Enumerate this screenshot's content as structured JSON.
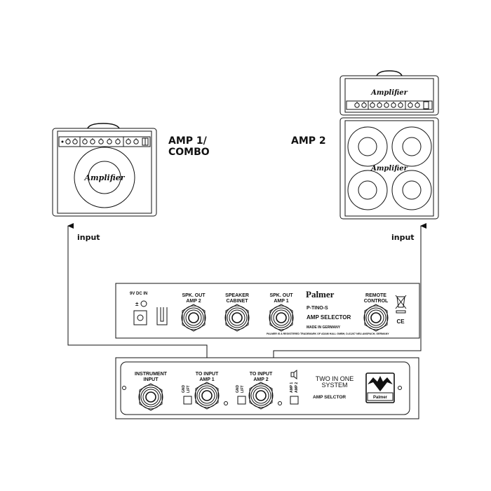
{
  "labels": {
    "amp1_line1": "AMP 1/",
    "amp1_line2": "COMBO",
    "amp2": "AMP 2",
    "input_left": "input",
    "input_right": "input",
    "amp_logo": "Amplifier"
  },
  "rear_panel": {
    "dc_in": "9V DC IN",
    "spk_out_amp2": [
      "SPK. OUT",
      "AMP 2"
    ],
    "speaker_cabinet": [
      "SPEAKER",
      "CABINET"
    ],
    "spk_out_amp1": [
      "SPK. OUT",
      "AMP 1"
    ],
    "brand": "Palmer",
    "model": "P-TINO-S",
    "product": "AMP SELECTOR",
    "made_in": "MADE IN GERMANY",
    "remote": [
      "REMOTE",
      "CONTROL"
    ],
    "trademark": "PALMER IS A REGISTERED TRADEMARK OF ADAM HALL GMBH, D-61267 NEU-ANSPACH, GERMANY",
    "ce": "CE"
  },
  "front_panel": {
    "instrument_input": [
      "INSTRUMENT",
      "INPUT"
    ],
    "to_input_amp1": [
      "TO INPUT",
      "AMP 1"
    ],
    "to_input_amp2": [
      "TO INPUT",
      "AMP 2"
    ],
    "gnd_lift": [
      "GND",
      "LIFT"
    ],
    "amp_switch": [
      "AMP 1",
      "AMP 2"
    ],
    "title": [
      "TWO IN ONE",
      "SYSTEM"
    ],
    "subtitle": "AMP SELCTOR",
    "logo_text": "Palmer"
  }
}
